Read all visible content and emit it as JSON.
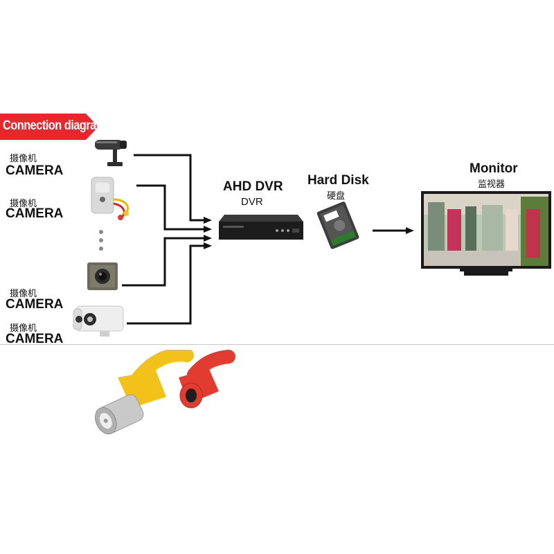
{
  "banner": {
    "label": "Connection diagram",
    "color": "#e8262b"
  },
  "cameras": [
    {
      "cn": "摄像机",
      "en": "CAMERA",
      "icon": "bullet-camera-icon"
    },
    {
      "cn": "摄像机",
      "en": "CAMERA",
      "icon": "dome-camera-icon"
    },
    {
      "cn": "摄像机",
      "en": "CAMERA",
      "icon": "board-camera-icon"
    },
    {
      "cn": "摄像机",
      "en": "CAMERA",
      "icon": "box-camera-icon"
    }
  ],
  "dvr": {
    "title": "AHD DVR",
    "subtitle": "DVR",
    "icon": "dvr-recorder-icon"
  },
  "hard_disk": {
    "title": "Hard Disk",
    "subtitle_cn": "硬盘",
    "icon": "hard-disk-icon"
  },
  "monitor": {
    "title": "Monitor",
    "subtitle_cn": "监视器",
    "icon": "monitor-icon"
  },
  "cable": {
    "icon": "bnc-dc-cable-icon",
    "colors": {
      "bnc": "#f2c21b",
      "dc": "#e23b30"
    }
  },
  "line_color": "#111111"
}
